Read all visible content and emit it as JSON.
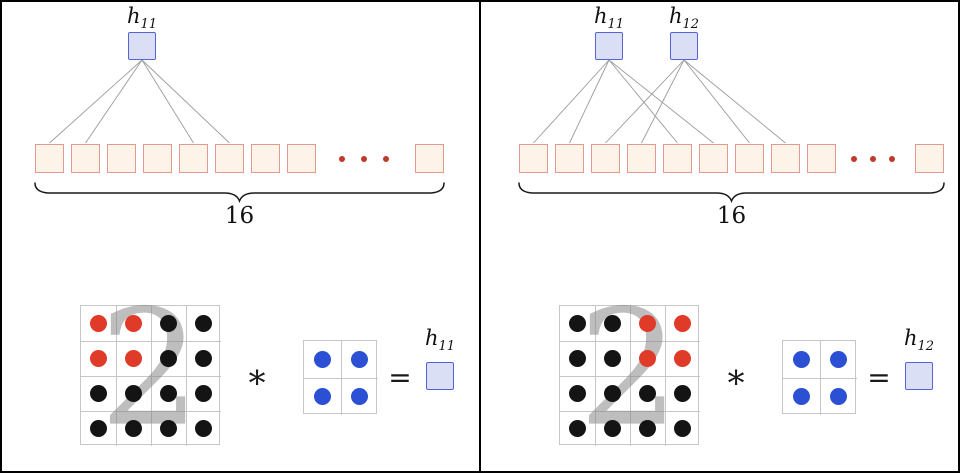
{
  "colors": {
    "panel_border": "#000000",
    "input_square_fill": "#fdf3e9",
    "input_square_border": "#e29a8e",
    "hidden_square_fill": "#dadff5",
    "hidden_square_border": "#5565d5",
    "connection_line": "#9b9b9b",
    "brace": "#1a1a1a",
    "ellipsis_dot": "#c0392b",
    "black_dot": "#141414",
    "red_dot": "#e03a28",
    "blue_dot": "#2b50d4",
    "grid_line": "#c6c6c6",
    "digit": "#8a8a8a"
  },
  "panels": [
    {
      "side": "left",
      "hidden_units": [
        {
          "label": "h",
          "subscript": "11",
          "connected_inputs": [
            1,
            2,
            5,
            6
          ]
        }
      ],
      "input_row": {
        "visible_squares_before_ellipsis": 8,
        "ellipsis_dots": 3,
        "visible_squares_after_ellipsis": 1,
        "brace_label": "16"
      },
      "convolution": {
        "input_grid": {
          "rows": 4,
          "cols": 4,
          "background_digit": "2",
          "red_cells": [
            [
              1,
              1
            ],
            [
              1,
              2
            ],
            [
              2,
              1
            ],
            [
              2,
              2
            ]
          ]
        },
        "operator": "∗",
        "kernel": {
          "rows": 2,
          "cols": 2
        },
        "equals_sign": "=",
        "result": {
          "label": "h",
          "subscript": "11"
        }
      }
    },
    {
      "side": "right",
      "hidden_units": [
        {
          "label": "h",
          "subscript": "11",
          "connected_inputs": [
            1,
            2,
            5,
            6
          ]
        },
        {
          "label": "h",
          "subscript": "12",
          "connected_inputs": [
            3,
            4,
            7,
            8
          ]
        }
      ],
      "input_row": {
        "visible_squares_before_ellipsis": 9,
        "ellipsis_dots": 3,
        "visible_squares_after_ellipsis": 1,
        "brace_label": "16"
      },
      "convolution": {
        "input_grid": {
          "rows": 4,
          "cols": 4,
          "background_digit": "2",
          "red_cells": [
            [
              1,
              3
            ],
            [
              1,
              4
            ],
            [
              2,
              3
            ],
            [
              2,
              4
            ]
          ]
        },
        "operator": "∗",
        "kernel": {
          "rows": 2,
          "cols": 2
        },
        "equals_sign": "=",
        "result": {
          "label": "h",
          "subscript": "12"
        }
      }
    }
  ]
}
